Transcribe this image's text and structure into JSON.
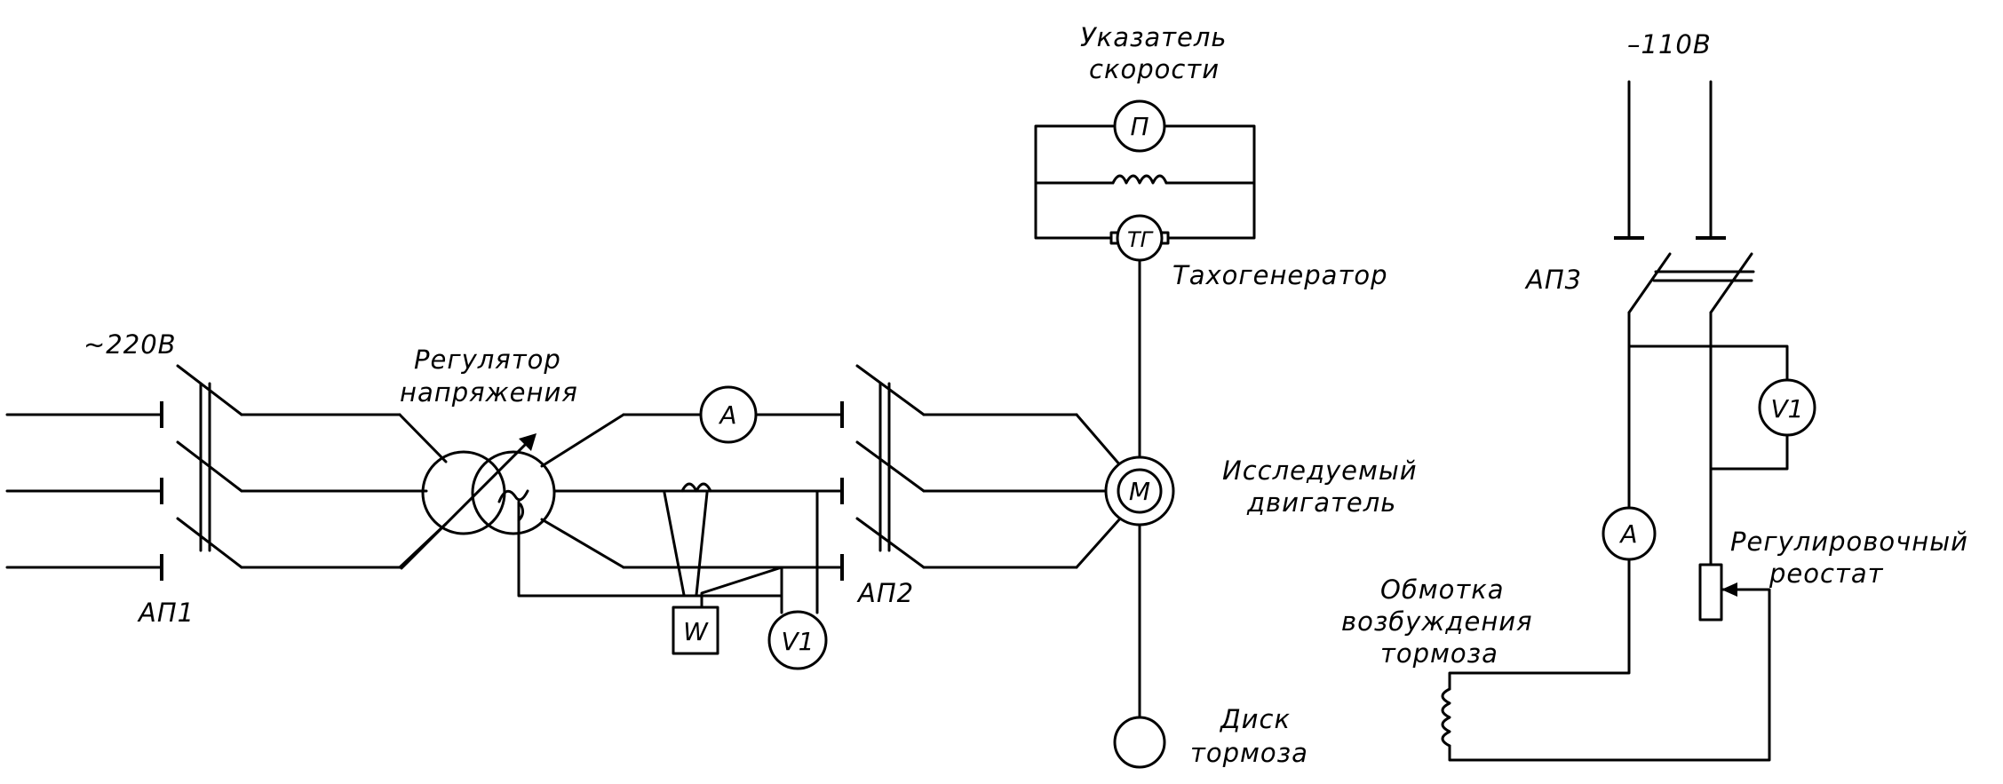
{
  "labels": {
    "supply_ac": "~220В",
    "ap1": "АП1",
    "ap2": "АП2",
    "ap3": "АП3",
    "regulator_line1": "Регулятор",
    "regulator_line2": "напряжения",
    "speed_ind_line1": "Указатель",
    "speed_ind_line2": "скорости",
    "tachogenerator": "Тахогенератор",
    "motor_line1": "Исследуемый",
    "motor_line2": "двигатель",
    "disk_line1": "Диск",
    "disk_line2": "тормоза",
    "supply_dc": "–110В",
    "rheostat_line1": "Регулировочный",
    "rheostat_line2": "реостат",
    "winding_line1": "Обмотка",
    "winding_line2": "возбуждения",
    "winding_line3": "тормоза"
  },
  "symbols": {
    "ammeter_ac": "А",
    "voltmeter_ac": "V1",
    "wattmeter": "W",
    "motor": "М",
    "speed_indicator": "П",
    "tachogenerator": "ТГ",
    "ammeter_dc": "А",
    "voltmeter_dc": "V1"
  }
}
